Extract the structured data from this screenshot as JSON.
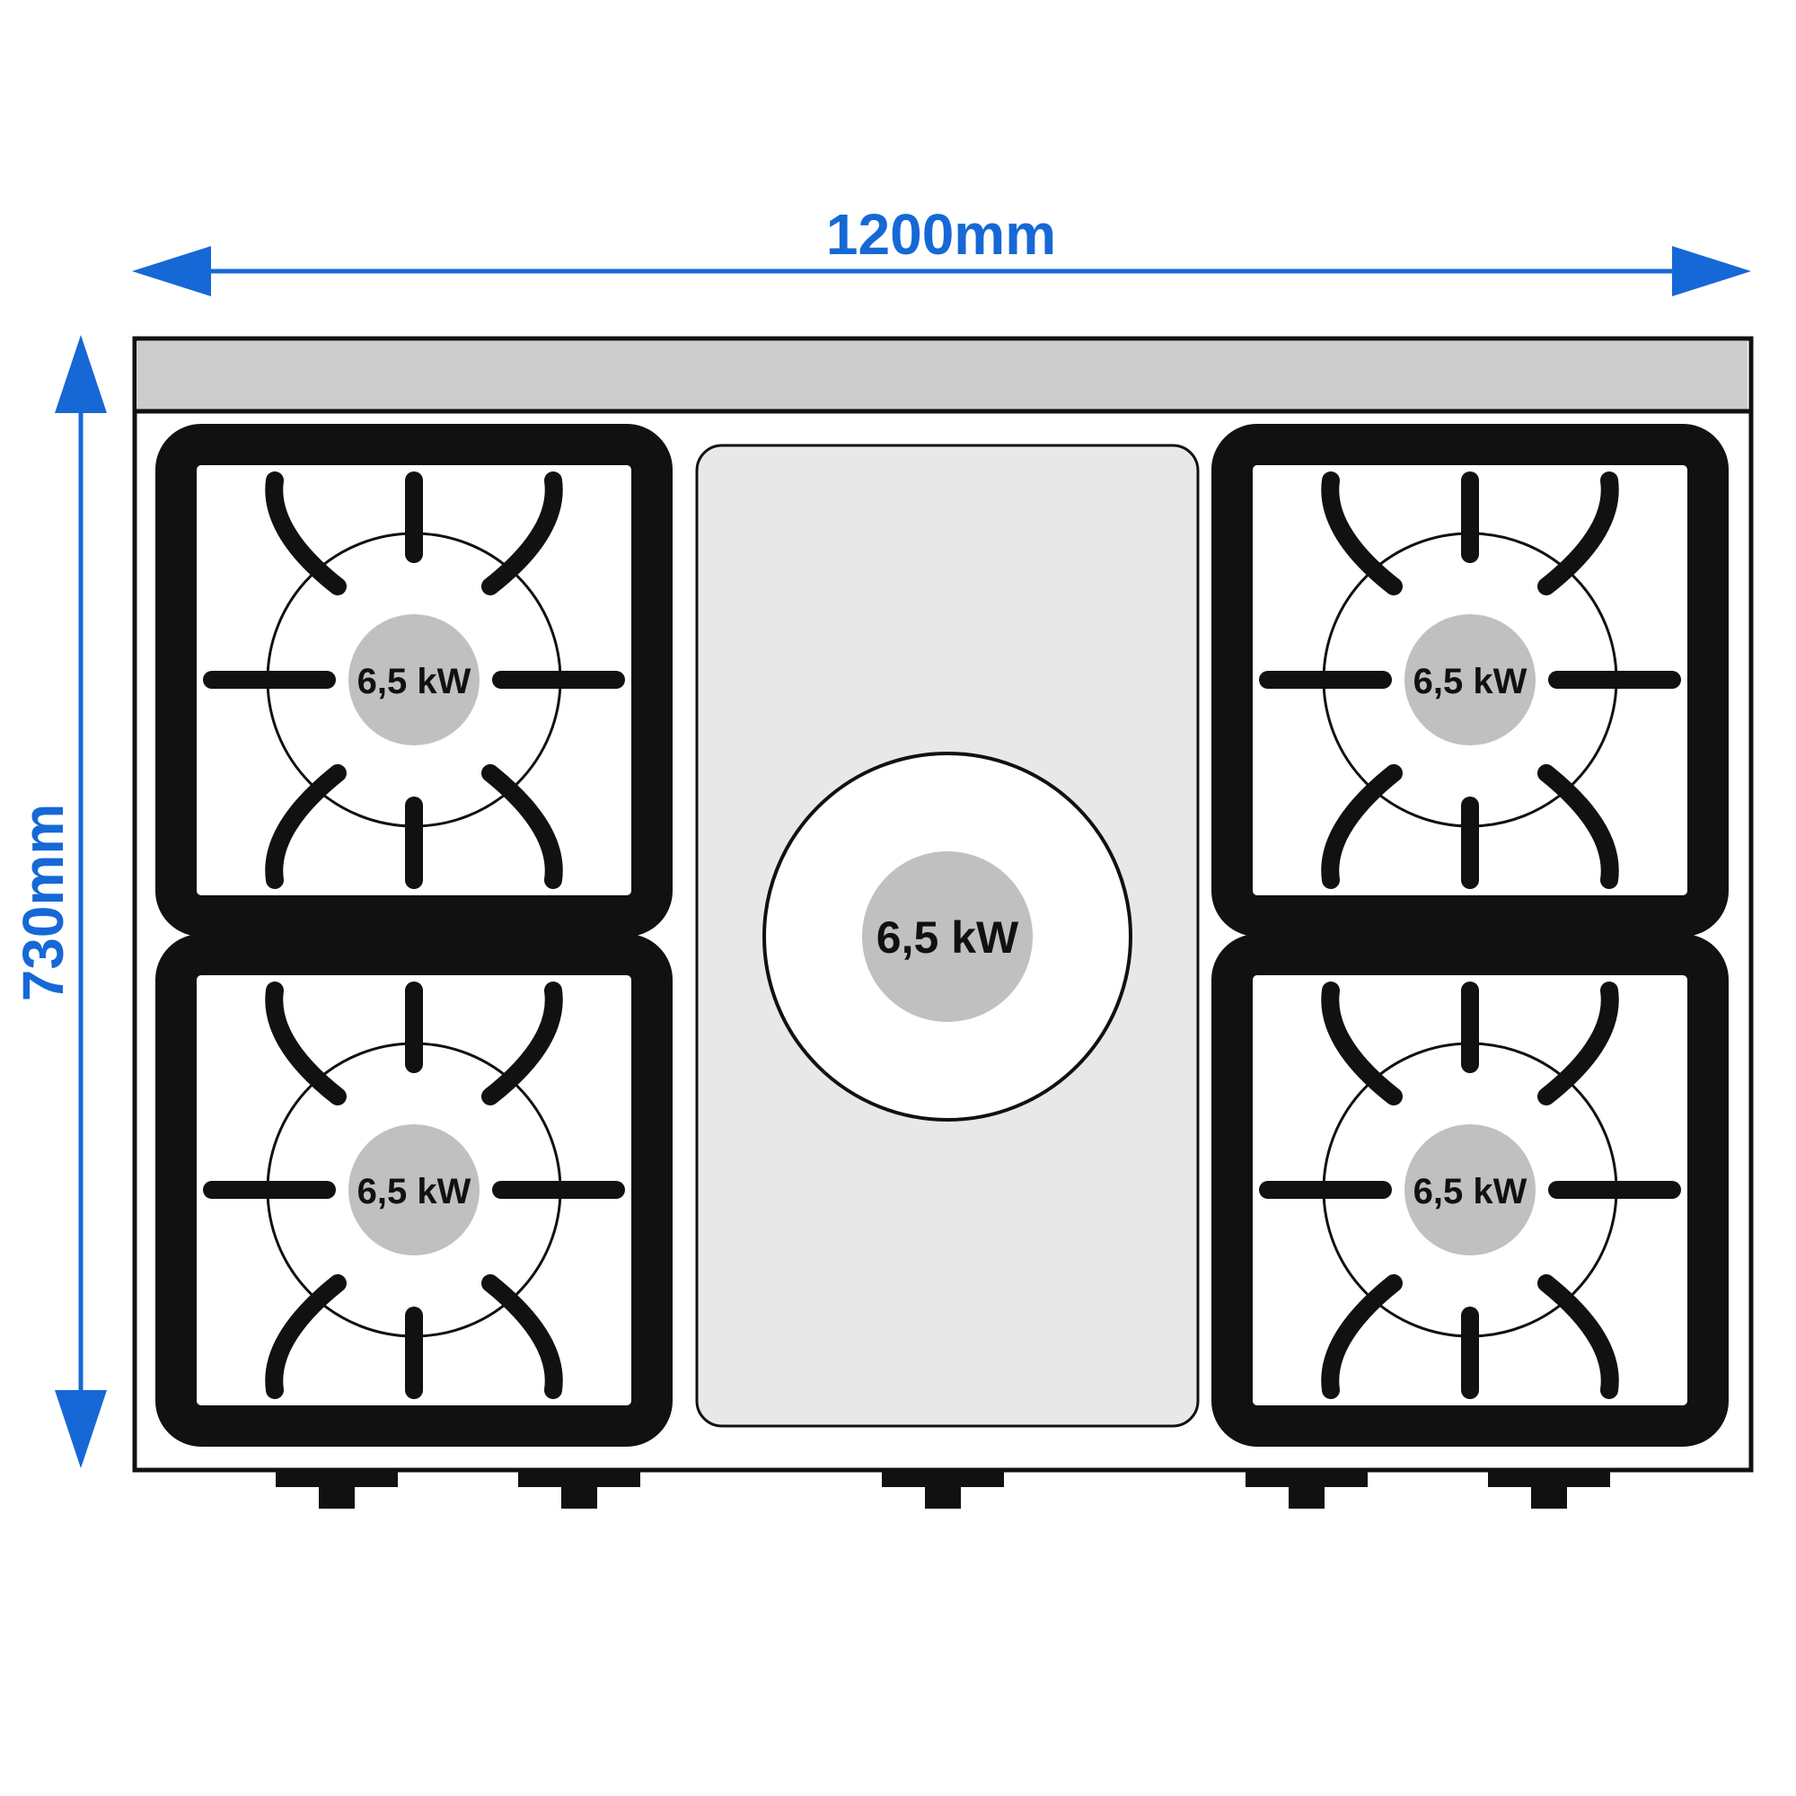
{
  "dimensions": {
    "width_label": "1200mm",
    "depth_label": "730mm"
  },
  "burners": [
    {
      "id": "front-left",
      "power": "6,5 kW"
    },
    {
      "id": "rear-left",
      "power": "6,5 kW"
    },
    {
      "id": "rear-right",
      "power": "6,5 kW"
    },
    {
      "id": "front-right",
      "power": "6,5 kW"
    }
  ],
  "solid_top": {
    "power": "6,5 kW"
  },
  "knob_count": 5,
  "colors": {
    "dimension_blue": "#1668d6",
    "backsplash": "#cccccc",
    "solid_top_plate": "#e8e8e8",
    "burner_cap": "#c0c0c0",
    "grate": "#111111"
  }
}
